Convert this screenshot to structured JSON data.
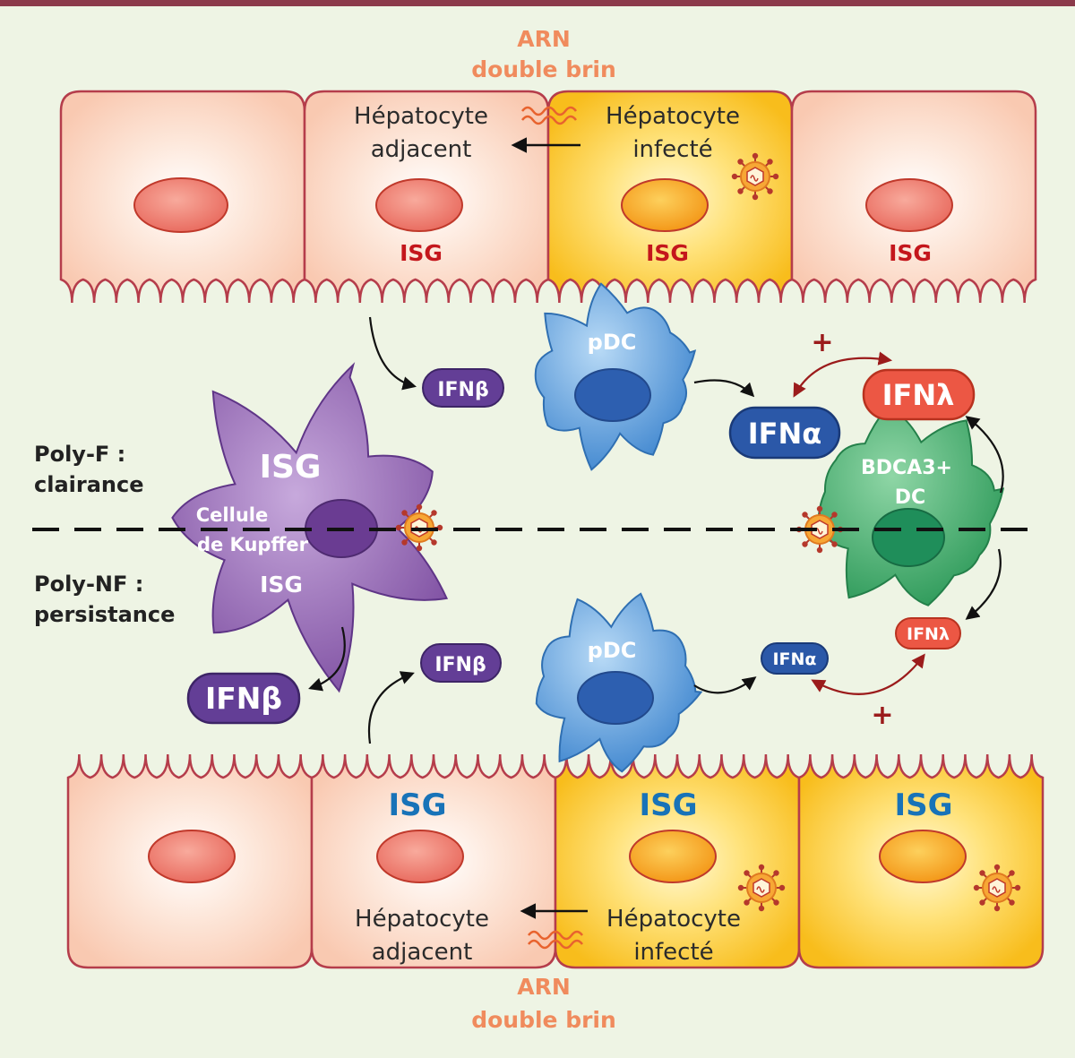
{
  "arn_top": [
    "ARN",
    "double brin"
  ],
  "arn_bottom": [
    "ARN",
    "double brin"
  ],
  "top_row": {
    "adjacent_label": [
      "Hépatocyte",
      "adjacent"
    ],
    "infected_label": [
      "Hépatocyte",
      "infecté"
    ],
    "isg": [
      "ISG",
      "ISG",
      "ISG"
    ]
  },
  "bottom_row": {
    "adjacent_label": [
      "Hépatocyte",
      "adjacent"
    ],
    "infected_label": [
      "Hépatocyte",
      "infecté"
    ],
    "isg": [
      "ISG",
      "ISG",
      "ISG"
    ]
  },
  "pdc_top": "pDC",
  "pdc_bottom": "pDC",
  "ifn_beta_top": "IFNβ",
  "ifn_alpha_top": "IFNα",
  "ifn_lambda_top": "IFNλ",
  "ifn_beta_left": "IFNβ",
  "ifn_beta_bottom": "IFNβ",
  "ifn_alpha_bottom": "IFNα",
  "ifn_lambda_bottom": "IFNλ",
  "plus_top": "+",
  "plus_bottom": "+",
  "kupffer": {
    "isg_top": "ISG",
    "name": [
      "Cellule",
      "de Kupffer"
    ],
    "isg_bottom": "ISG"
  },
  "bdca3": [
    "BDCA3+",
    "DC"
  ],
  "poly_f": [
    "Poly-F :",
    "clairance"
  ],
  "poly_nf": [
    "Poly-NF :",
    "persistance"
  ],
  "colors": {
    "background": "#eef4e4",
    "hepatocyte": "#fbd2bd",
    "infected_hepatocyte": "#f9c42c",
    "nucleus": "#ee7d6e",
    "infected_nucleus": "#f6a21d",
    "pdc": "#5a9fdb",
    "kupffer": "#8c5aad",
    "bdca3": "#3ea66a",
    "ifn_alpha": "#2b58a8",
    "ifn_beta": "#633e96",
    "ifn_lambda": "#ec5744",
    "isg_red": "#c4161c",
    "isg_blue": "#1873b8",
    "top_border": "#8b3a4a"
  }
}
